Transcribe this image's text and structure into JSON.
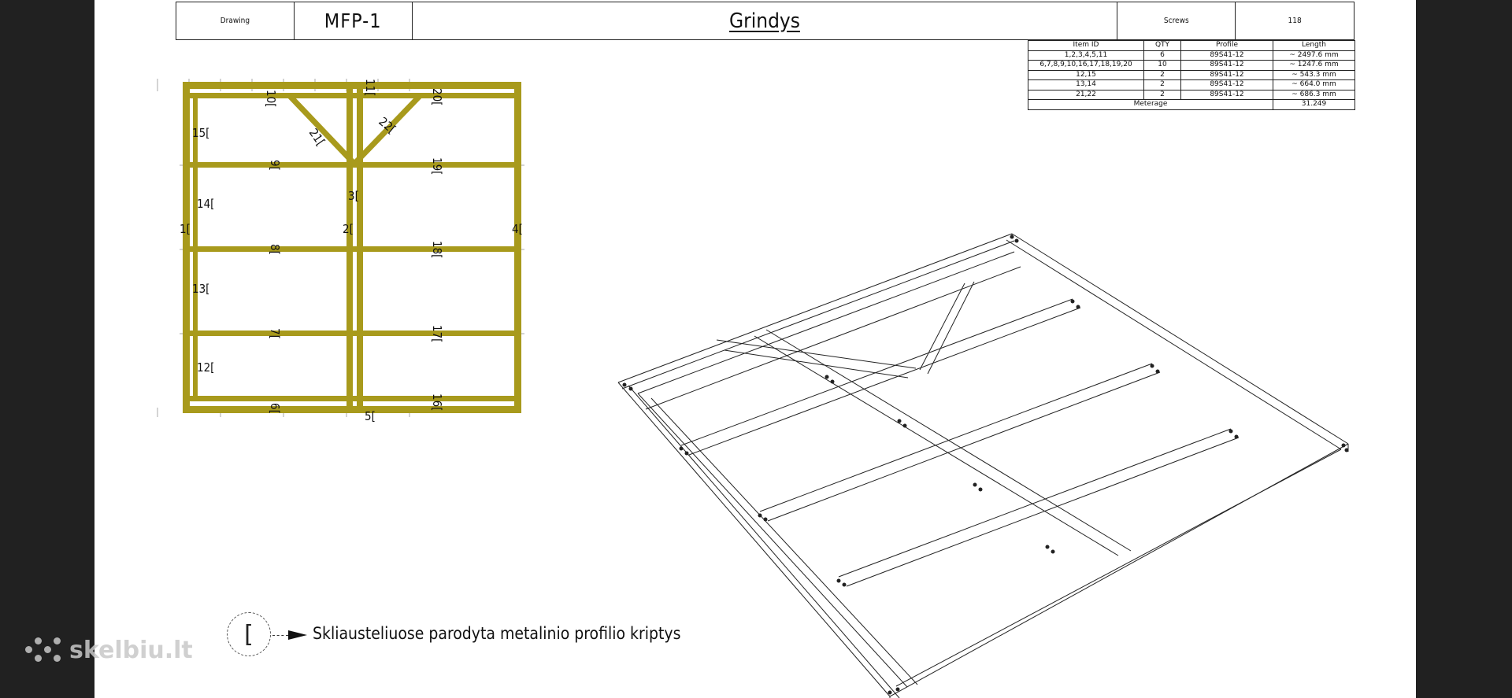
{
  "title_block": {
    "drawing_label": "Drawing",
    "drawing_id": "MFP-1",
    "title": "Grindys",
    "screws_label": "Screws",
    "screws_value": "118"
  },
  "parts_table": {
    "headers": [
      "Item ID",
      "QTY",
      "Profile",
      "Length"
    ],
    "rows": [
      [
        "1,2,3,4,5,11",
        "6",
        "89S41-12",
        "~ 2497.6 mm"
      ],
      [
        "6,7,8,9,10,16,17,18,19,20",
        "10",
        "89S41-12",
        "~ 1247.6 mm"
      ],
      [
        "12,15",
        "2",
        "89S41-12",
        "~ 543.3 mm"
      ],
      [
        "13,14",
        "2",
        "89S41-12",
        "~ 664.0 mm"
      ],
      [
        "21,22",
        "2",
        "89S41-12",
        "~ 686.3 mm"
      ]
    ],
    "meterage_label": "Meterage",
    "meterage_value": "31.249"
  },
  "plan_labels": [
    "1[",
    "2[",
    "3[",
    "4[",
    "5[",
    "6[",
    "7[",
    "8[",
    "9[",
    "10[",
    "11[",
    "12[",
    "13[",
    "14[",
    "15[",
    "16[",
    "17[",
    "18[",
    "19[",
    "20[",
    "21[",
    "22["
  ],
  "legend": {
    "symbol": "[",
    "text": "Skliausteliuose parodyta metalinio profilio kriptys"
  },
  "watermark": {
    "text": "skelbiu.lt"
  },
  "colors": {
    "frame": "#a89a1c",
    "background": "#212121",
    "sheet": "#ffffff"
  }
}
